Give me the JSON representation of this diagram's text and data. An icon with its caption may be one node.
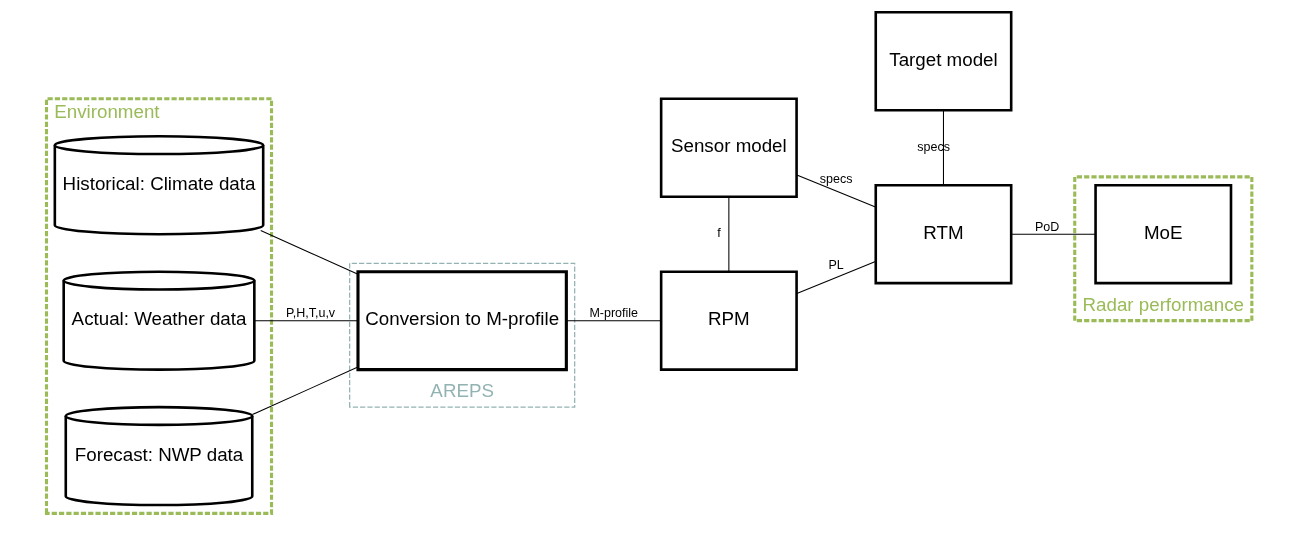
{
  "diagram": {
    "nodes": [
      {
        "text": [
          "Environment"
        ]
      },
      {
        "text": [
          "Historical: Climate data"
        ],
        "in": 0
      },
      {
        "text": [
          "Actual: Weather data"
        ],
        "in": 0
      },
      {
        "text": [
          "Forecast: NWP data"
        ],
        "in": 0
      },
      {
        "text": [
          "Sensor model"
        ]
      },
      {
        "text": [
          "Target model"
        ]
      },
      {
        "text": [
          "AREPS"
        ]
      },
      {
        "text": [
          "Conversion to M-profile"
        ],
        "in": 6
      },
      {
        "text": [
          "Radar performance"
        ]
      },
      {
        "text": [
          "RPM"
        ]
      },
      {
        "text": [
          "RTM"
        ]
      },
      {
        "text": [
          "MoE"
        ],
        "in": 8
      }
    ],
    "edges": [
      {
        "from": 1,
        "to": 7,
        "arrow": "none"
      },
      {
        "from": 2,
        "to": 7,
        "arrow": "none",
        "label": "P,H,T,u,v"
      },
      {
        "from": 3,
        "to": 7,
        "arrow": "none"
      },
      {
        "from": 7,
        "to": 9,
        "arrow": "none",
        "label": "M-profile"
      },
      {
        "from": 4,
        "to": 9,
        "arrow": "none",
        "label": "f"
      },
      {
        "from": 4,
        "to": 10,
        "arrow": "none",
        "label": "specs"
      },
      {
        "from": 5,
        "to": 10,
        "arrow": "none",
        "label": "specs"
      },
      {
        "from": 9,
        "to": 10,
        "arrow": "none",
        "label": "PL"
      },
      {
        "from": 10,
        "to": 11,
        "arrow": "none",
        "label": "PoD"
      }
    ]
  }
}
